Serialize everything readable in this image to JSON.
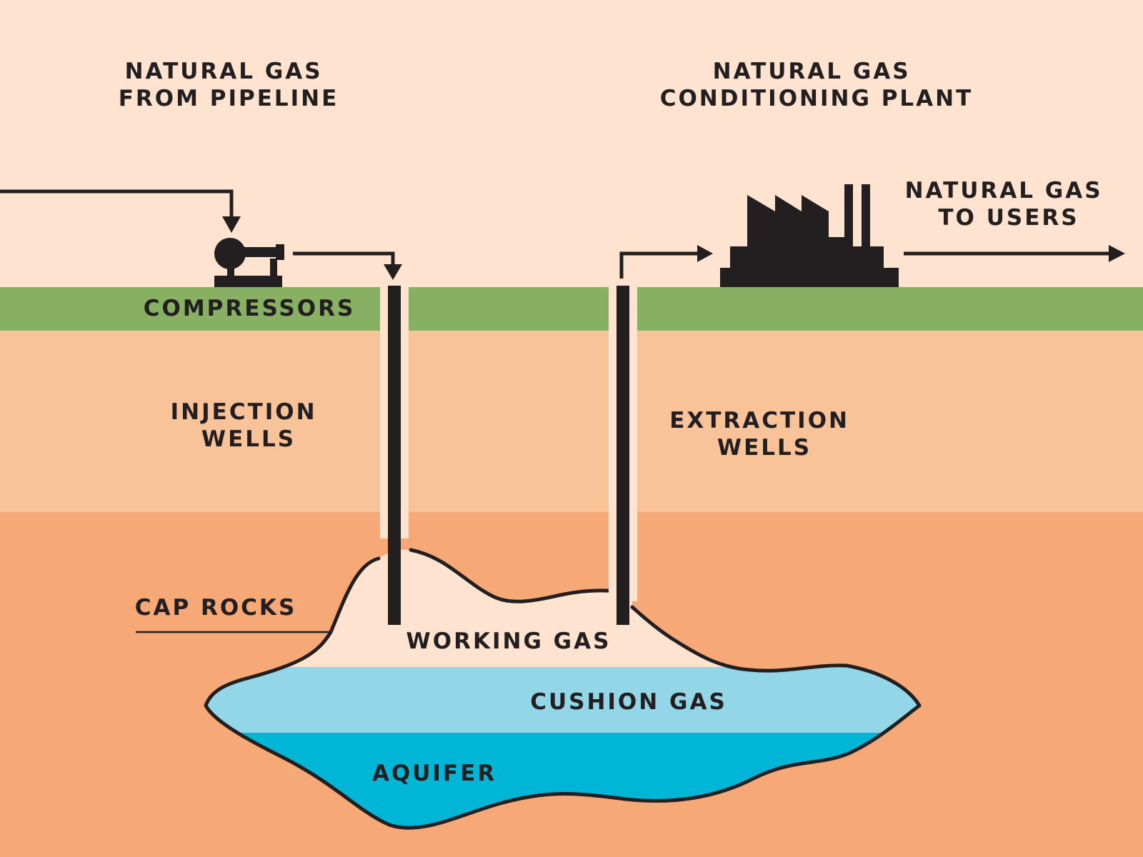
{
  "labels": {
    "pipeline_source": [
      "NATURAL GAS",
      "FROM PIPELINE"
    ],
    "conditioning_plant": [
      "NATURAL GAS",
      "CONDITIONING PLANT"
    ],
    "to_users": [
      "NATURAL GAS",
      "TO USERS"
    ],
    "compressors": "COMPRESSORS",
    "injection_wells": [
      "INJECTION",
      "WELLS"
    ],
    "extraction_wells": [
      "EXTRACTION",
      "WELLS"
    ],
    "cap_rocks": "CAP ROCKS",
    "working_gas": "WORKING GAS",
    "cushion_gas": "CUSHION GAS",
    "aquifer": "AQUIFER"
  },
  "colors": {
    "sky": "#fee3d1",
    "ground_surface": "#87b062",
    "upper_soil": "#f9c39a",
    "lower_rock": "#f6a877",
    "working_gas": "#fee3d1",
    "cushion_gas": "#93d6e8",
    "aquifer": "#00b6d6",
    "ink": "#231f20"
  },
  "icons": [
    "compressor-icon",
    "factory-icon"
  ]
}
